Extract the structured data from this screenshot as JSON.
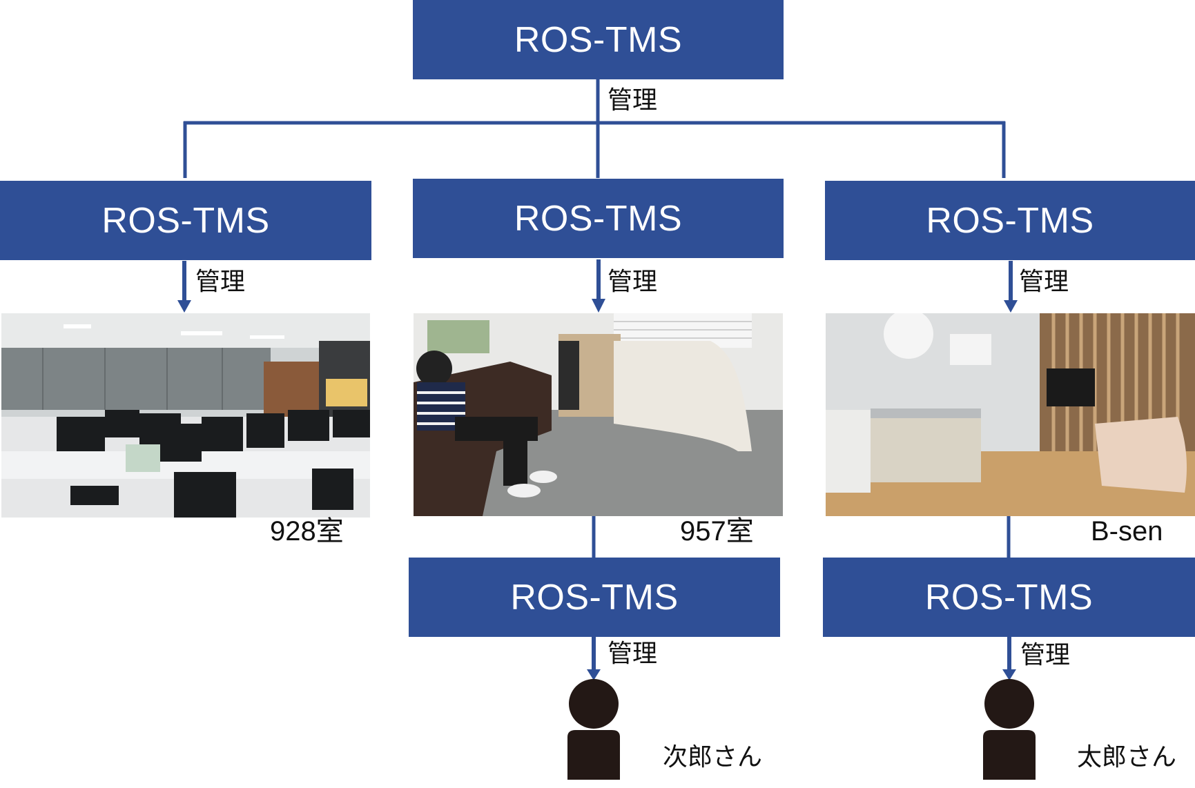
{
  "colors": {
    "node_fill": "#2f4f96",
    "connector": "#2f4f96",
    "node_text": "#ffffff"
  },
  "root": {
    "label": "ROS-TMS",
    "edge_label": "管理"
  },
  "rooms": [
    {
      "node_label": "ROS-TMS",
      "edge_label": "管理",
      "caption": "928室",
      "photo": "office-room-photo"
    },
    {
      "node_label": "ROS-TMS",
      "edge_label": "管理",
      "caption": "957室",
      "photo": "bedroom-with-person-photo"
    },
    {
      "node_label": "ROS-TMS",
      "edge_label": "管理",
      "caption": "B-sen",
      "photo": "kitchen-bedroom-photo"
    }
  ],
  "persons": [
    {
      "node_label": "ROS-TMS",
      "edge_label": "管理",
      "name": "次郎さん",
      "icon": "person-icon"
    },
    {
      "node_label": "ROS-TMS",
      "edge_label": "管理",
      "name": "太郎さん",
      "icon": "person-icon"
    }
  ]
}
